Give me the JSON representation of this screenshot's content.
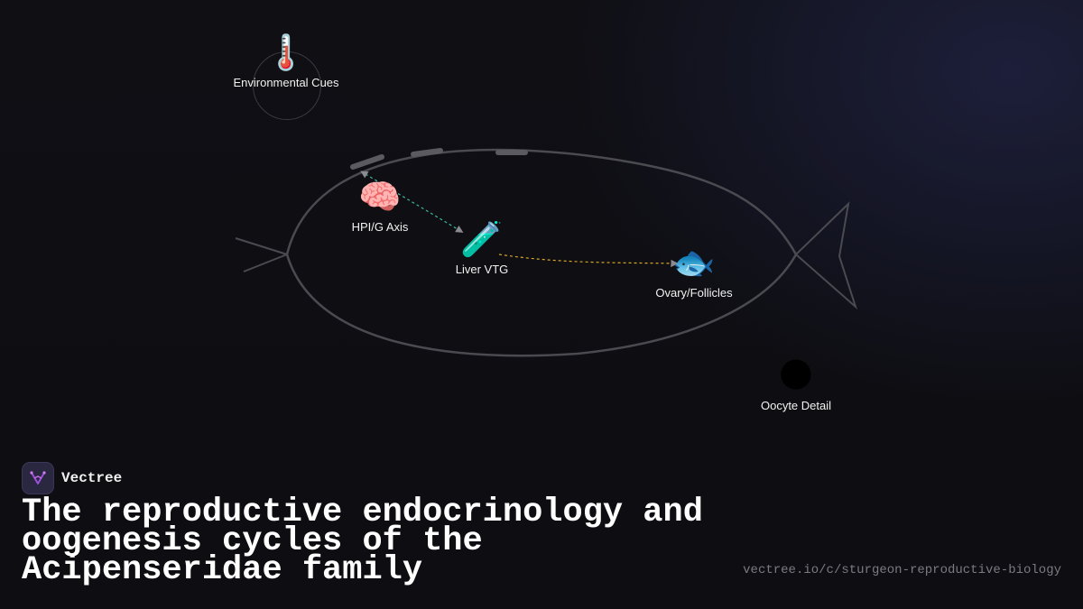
{
  "nodes": {
    "environmental_cues": {
      "label": "Environmental Cues",
      "icon": "🌡️",
      "icon_name": "thermometer-icon"
    },
    "hpig_axis": {
      "label": "HPI/G Axis",
      "icon": "🧠",
      "icon_name": "brain-icon"
    },
    "liver_vtg": {
      "label": "Liver VTG",
      "icon": "🧪",
      "icon_name": "test-tube-icon"
    },
    "ovary_follicles": {
      "label": "Ovary/Follicles",
      "icon": "🐟",
      "icon_name": "fish-icon"
    },
    "oocyte_detail": {
      "label": "Oocyte Detail",
      "icon": "🌑",
      "icon_name": "new-moon-icon"
    }
  },
  "brand": {
    "name": "Vectree"
  },
  "title": "The reproductive endocrinology and oogenesis cycles of the Acipenseridae family",
  "url": "vectree.io/c/sturgeon-reproductive-biology",
  "colors": {
    "background": "#0f0f14",
    "fish_outline": "#4a4a50",
    "edge_hpig_to_liver": "#3fb8a0",
    "edge_liver_to_ovary": "#d8a72a",
    "text": "#f2f2f2",
    "url": "#7a7a82"
  }
}
